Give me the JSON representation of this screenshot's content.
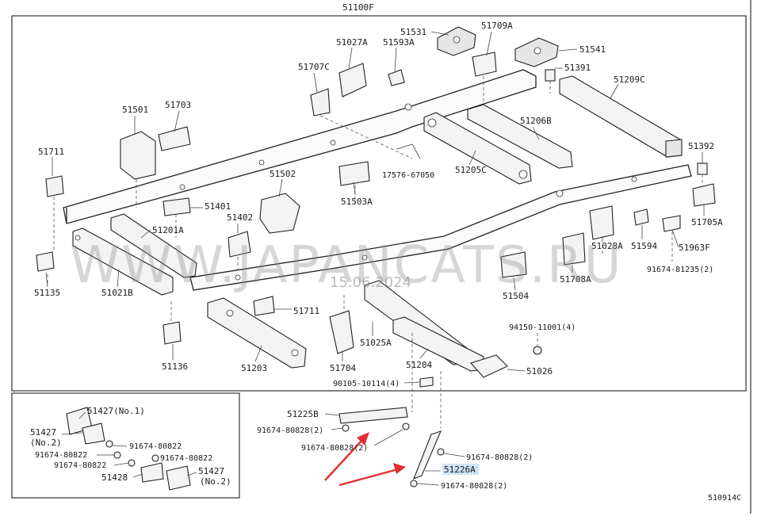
{
  "diagram": {
    "title": "51100F",
    "drawing_code": "510914C",
    "watermark": "WWW.JAPANCATS.RU",
    "watermark_date": "15.06.2024",
    "main_labels": {
      "l51531": "51531",
      "l51709a": "51709A",
      "l51541": "51541",
      "l51027a": "51027A",
      "l51593a": "51593A",
      "l51707c": "51707C",
      "l51391": "51391",
      "l51209c": "51209C",
      "l51501": "51501",
      "l51703": "51703",
      "l51206b": "51206B",
      "l51711a": "51711",
      "l51392": "51392",
      "l17576": "17576-67050",
      "l51205c": "51205C",
      "l51502": "51502",
      "l51503a": "51503A",
      "l51401": "51401",
      "l51705a": "51705A",
      "l51402": "51402",
      "l51201a": "51201A",
      "l51028a": "51028A",
      "l51594": "51594",
      "l51963f": "51963F",
      "l51135": "51135",
      "l51021b": "51021B",
      "l91674_81235": "91674-81235(2)",
      "l51708a": "51708A",
      "l51504": "51504",
      "l51711b": "51711",
      "l94150": "94150-11001(4)",
      "l51136": "51136",
      "l51203": "51203",
      "l51704": "51704",
      "l51025a": "51025A",
      "l51204": "51204",
      "l51026": "51026",
      "l90105": "90105-10114(4)"
    },
    "inset_labels": {
      "l51427_no1": "51427(No.1)",
      "l51427_left": "51427",
      "l_no2_left": "(No.2)",
      "l91674_a": "91674-80822",
      "l91674_b": "91674-80822",
      "l91674_c": "91674-80822",
      "l91674_d": "91674-80822",
      "l51428": "51428",
      "l51427_right": "51427",
      "l_no2_right": "(No.2)"
    },
    "bottom_labels": {
      "l51225b": "51225B",
      "l91674_80828_a": "91674-80828(2)",
      "l91674_8082_b": "91674-80828(2)",
      "l91674_80828_c": "91674-80828(2)",
      "l51226a": "51226A",
      "l91674_80828_d": "91674-80828(2)"
    },
    "colors": {
      "arrow": "#e03030",
      "highlight": "#cfe3f5",
      "line": "#222222"
    }
  }
}
